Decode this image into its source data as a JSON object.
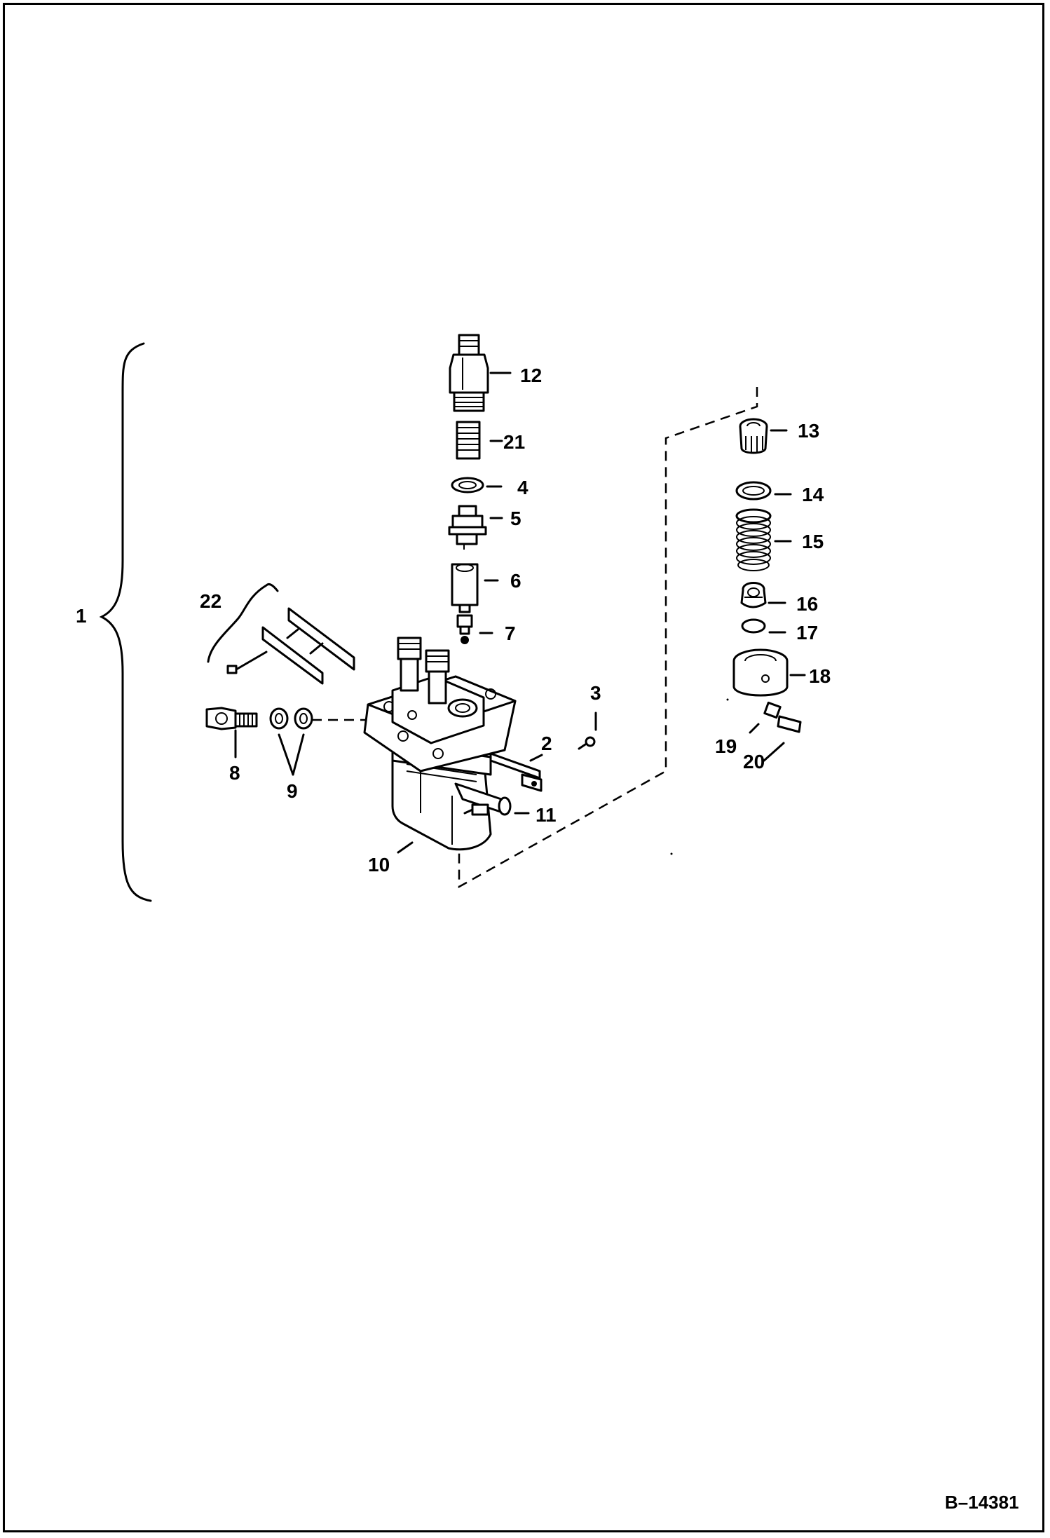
{
  "figure_id": "B–14381",
  "callouts": [
    {
      "id": "c1",
      "text": "1"
    },
    {
      "id": "c2",
      "text": "2"
    },
    {
      "id": "c3",
      "text": "3"
    },
    {
      "id": "c4",
      "text": "4"
    },
    {
      "id": "c5",
      "text": "5"
    },
    {
      "id": "c6",
      "text": "6"
    },
    {
      "id": "c7",
      "text": "7"
    },
    {
      "id": "c8",
      "text": "8"
    },
    {
      "id": "c9",
      "text": "9"
    },
    {
      "id": "c10",
      "text": "10"
    },
    {
      "id": "c11",
      "text": "11"
    },
    {
      "id": "c12",
      "text": "12"
    },
    {
      "id": "c13",
      "text": "13"
    },
    {
      "id": "c14",
      "text": "14"
    },
    {
      "id": "c15",
      "text": "15"
    },
    {
      "id": "c16",
      "text": "16"
    },
    {
      "id": "c17",
      "text": "17"
    },
    {
      "id": "c18",
      "text": "18"
    },
    {
      "id": "c19",
      "text": "19"
    },
    {
      "id": "c20",
      "text": "20"
    },
    {
      "id": "c21",
      "text": "21"
    },
    {
      "id": "c22",
      "text": "22"
    }
  ],
  "colors": {
    "ink": "#000000",
    "paper": "#ffffff"
  }
}
